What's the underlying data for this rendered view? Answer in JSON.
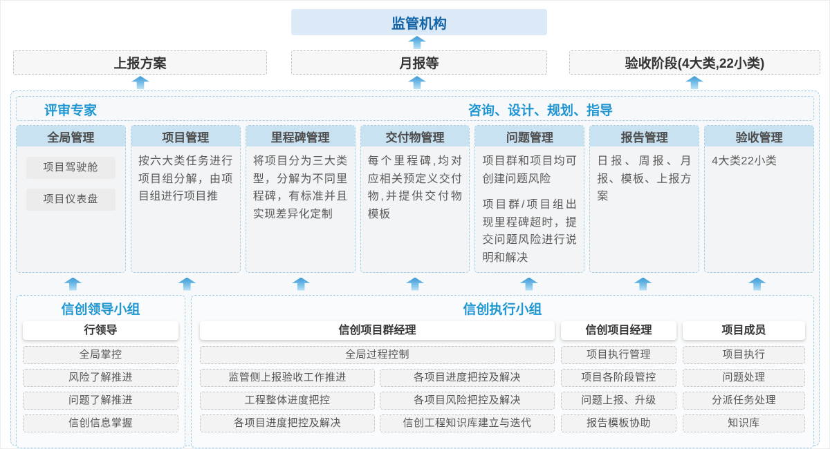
{
  "top": {
    "regulator": "监管机构",
    "boxes": [
      "上报方案",
      "月报等",
      "验收阶段(4大类,22小类)"
    ]
  },
  "experts": {
    "left": "评审专家",
    "right": "咨询、设计、规划、指导"
  },
  "columns": [
    {
      "title": "全局管理",
      "pills": [
        "项目驾驶舱",
        "项目仪表盘"
      ]
    },
    {
      "title": "项目管理",
      "paragraphs": [
        "按六大类任务进行项目组分解，由项目组进行项目推"
      ]
    },
    {
      "title": "里程碑管理",
      "paragraphs": [
        "将项目分为三大类型，分解为不同里程碑，有标准并且实现差异化定制"
      ]
    },
    {
      "title": "交付物管理",
      "paragraphs": [
        "每个里程碑,均对应相关预定义交付物,并提供交付物模板"
      ]
    },
    {
      "title": "问题管理",
      "paragraphs": [
        "项目群和项目均可创建问题风险",
        "项目群/项目组出现里程碑超时，提交问题风险进行说明和解决"
      ]
    },
    {
      "title": "报告管理",
      "paragraphs": [
        "日报、周报、月报、模板、上报方案"
      ]
    },
    {
      "title": "验收管理",
      "paragraphs": [
        "4大类22小类"
      ]
    }
  ],
  "bottom": {
    "leader": {
      "title": "信创领导小组",
      "role": "行领导",
      "items": [
        "全局掌控",
        "风险了解推进",
        "问题了解推进",
        "信创信息掌握"
      ]
    },
    "exec": {
      "title": "信创执行小组",
      "program_manager": {
        "role": "信创项目群经理",
        "full_item": "全局过程控制",
        "left_items": [
          "监管侧上报验收工作推进",
          "工程整体进度把控",
          "各项目进度把控及解决"
        ],
        "right_items": [
          "各项目进度把控及解决",
          "各项目风险把控及解决",
          "信创工程知识库建立与迭代"
        ]
      },
      "project_manager": {
        "role": "信创项目经理",
        "items": [
          "项目执行管理",
          "项目各阶段管控",
          "问题上报、升级",
          "报告模板协助"
        ]
      },
      "member": {
        "role": "项目成员",
        "items": [
          "项目执行",
          "问题处理",
          "分派任务处理",
          "知识库"
        ]
      }
    }
  },
  "colors": {
    "accent_blue": "#1e96d2",
    "regulator_text": "#1464a8",
    "regulator_bg": "#dce9f6",
    "column_header_bg": "#c9e2f1",
    "dashed_border_blue": "#9ecbe5",
    "arrow_gradient_top": "#3d98d4",
    "arrow_gradient_bottom": "#bce2f6"
  }
}
